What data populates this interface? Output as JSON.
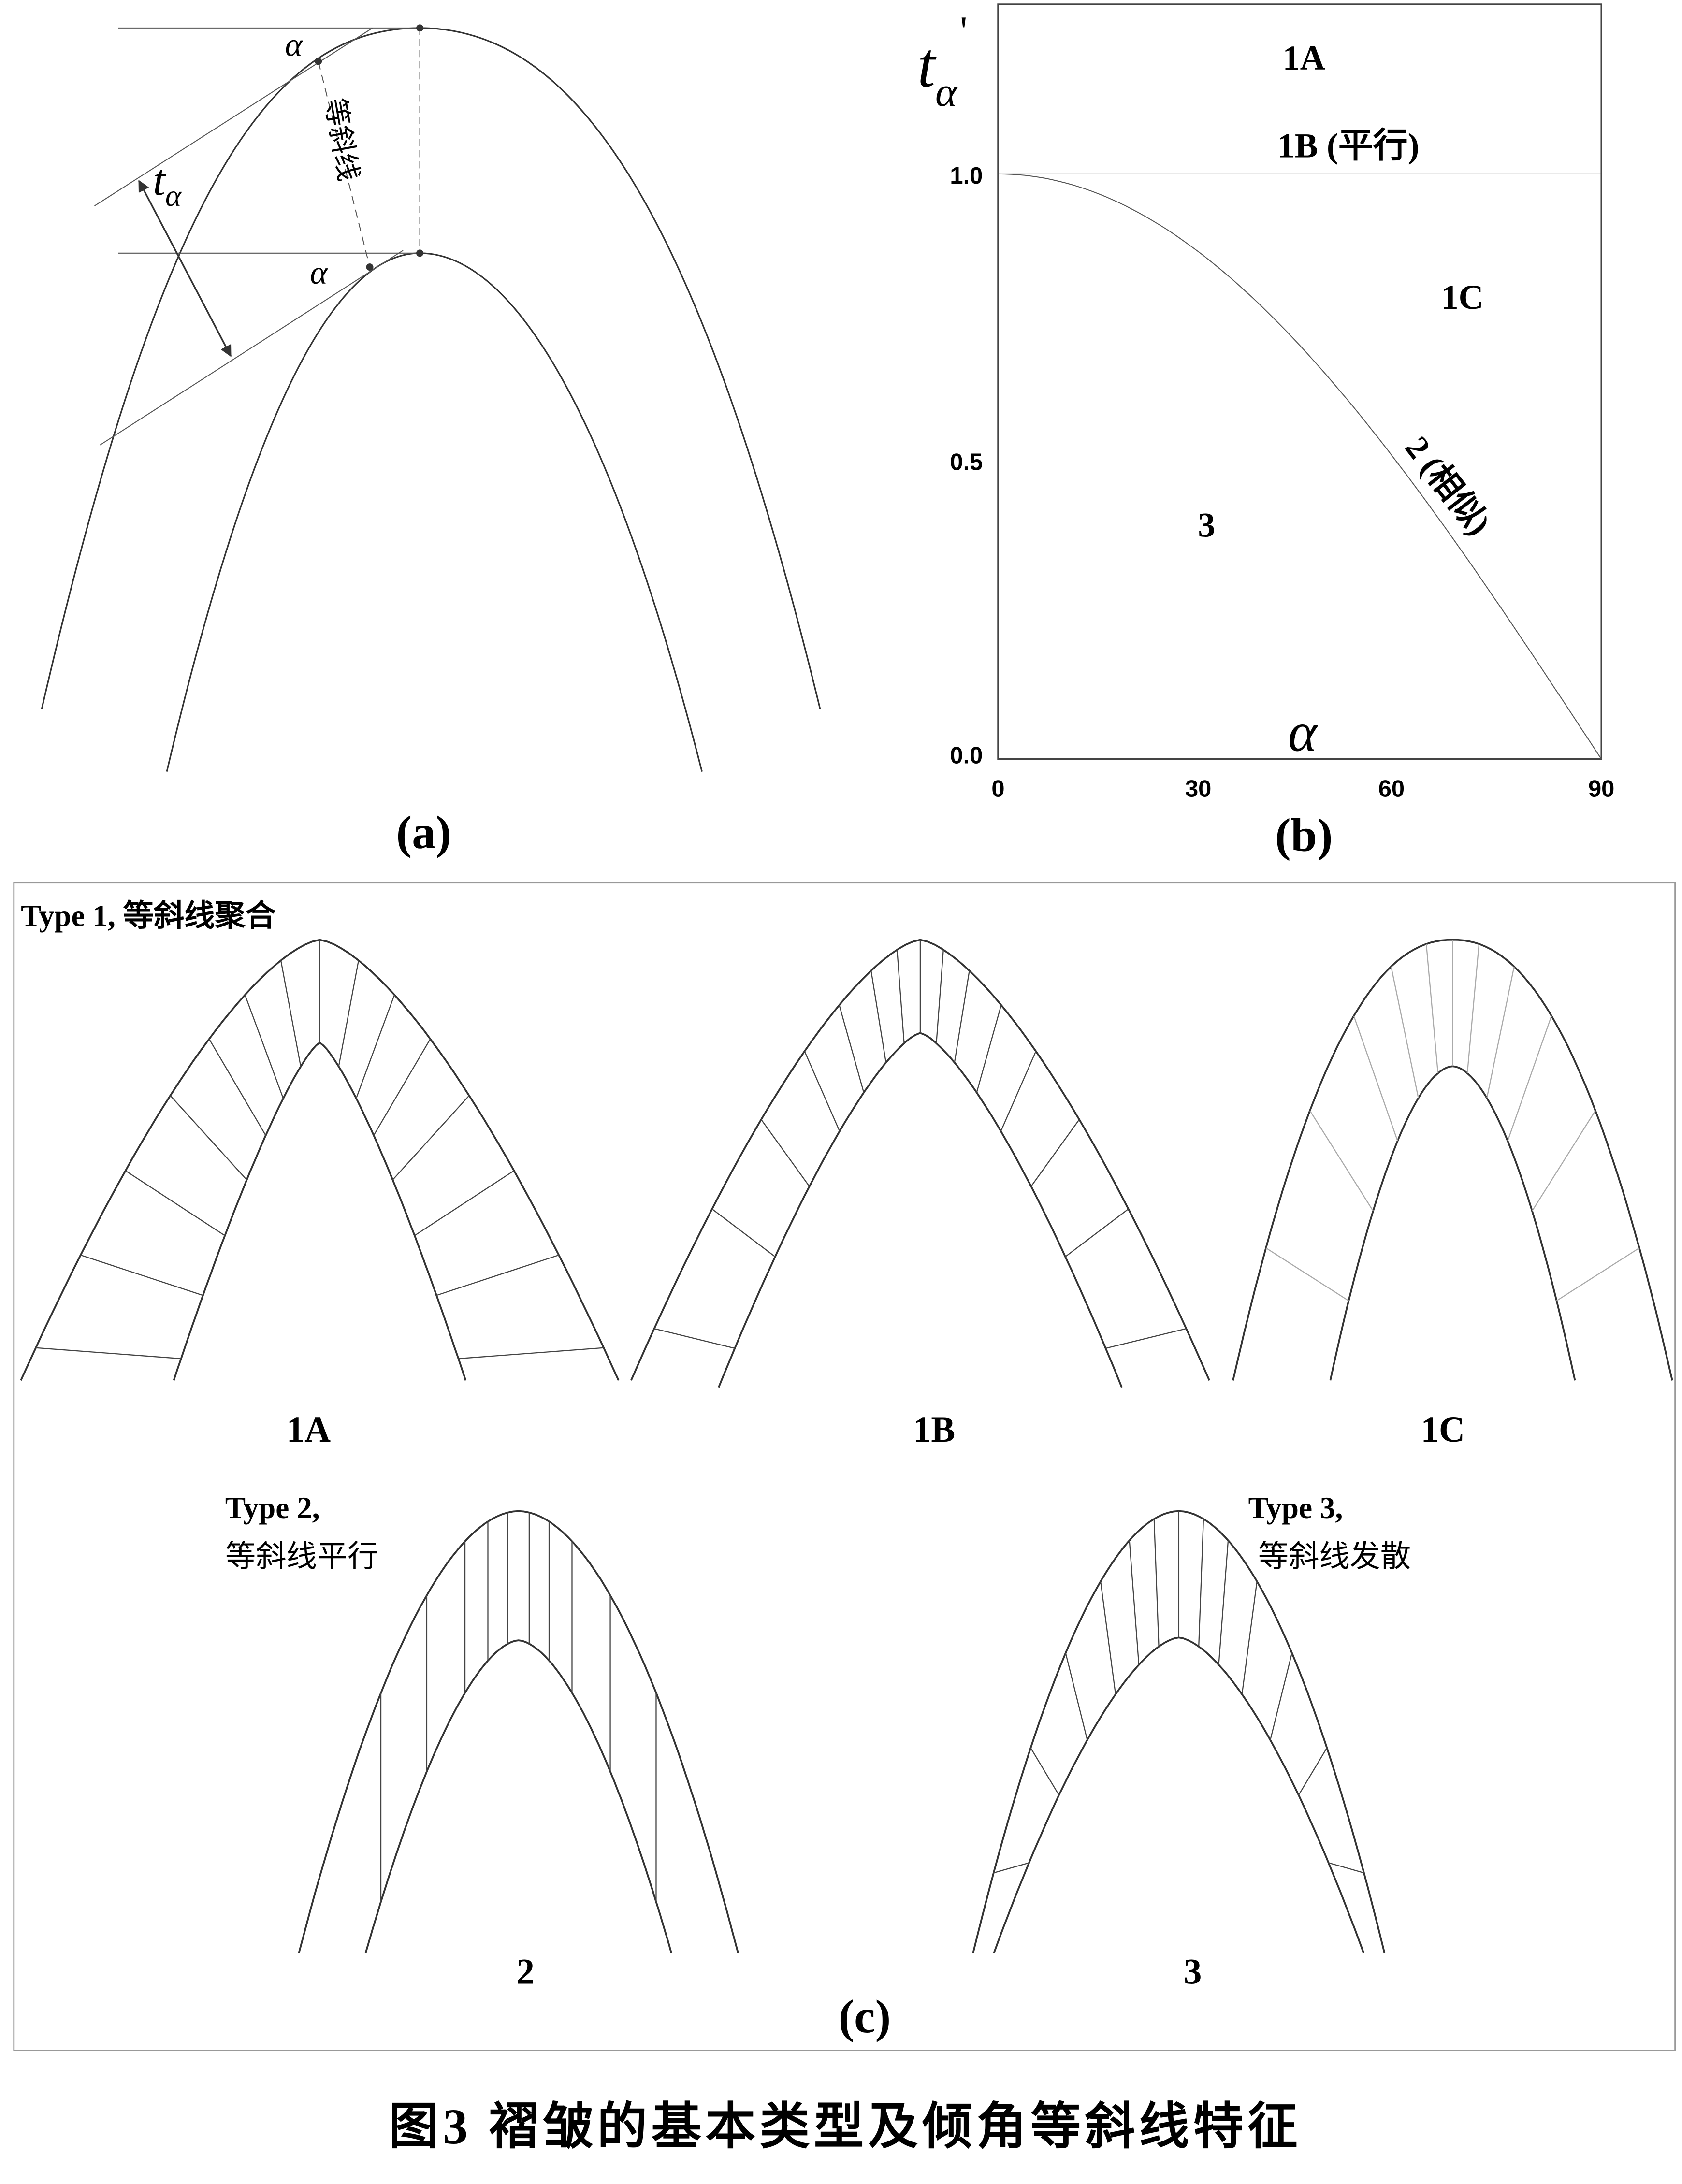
{
  "panel_a": {
    "label": "(a)",
    "alpha_upper": "α",
    "alpha_lower": "α",
    "t_symbol": "t",
    "t_subscript": "α",
    "isogon_label": "等斜线"
  },
  "panel_b": {
    "label": "(b)",
    "y_symbol": "t",
    "y_subscript": "α",
    "y_prime": "'",
    "x_symbol": "α",
    "y_ticks": [
      "1.0",
      "0.5",
      "0.0"
    ],
    "x_ticks": [
      "0",
      "30",
      "60",
      "90"
    ],
    "regions": {
      "r1a": "1A",
      "r1b": "1B (平行)",
      "r1c": "1C",
      "r2": "2 (相似)",
      "r3": "3"
    },
    "x_range": [
      0,
      90
    ],
    "y_range": [
      0,
      1.0
    ]
  },
  "panel_c": {
    "label": "(c)",
    "type1_title": "Type 1, 等斜线聚合",
    "fold_1a": "1A",
    "fold_1b": "1B",
    "fold_1c": "1C",
    "type2_title_line1": "Type 2,",
    "type2_title_line2": "等斜线平行",
    "type3_title_line1": "Type 3,",
    "type3_title_line2": "等斜线发散",
    "fold_2": "2",
    "fold_3": "3"
  },
  "caption": "图3 褶皱的基本类型及倾角等斜线特征"
}
